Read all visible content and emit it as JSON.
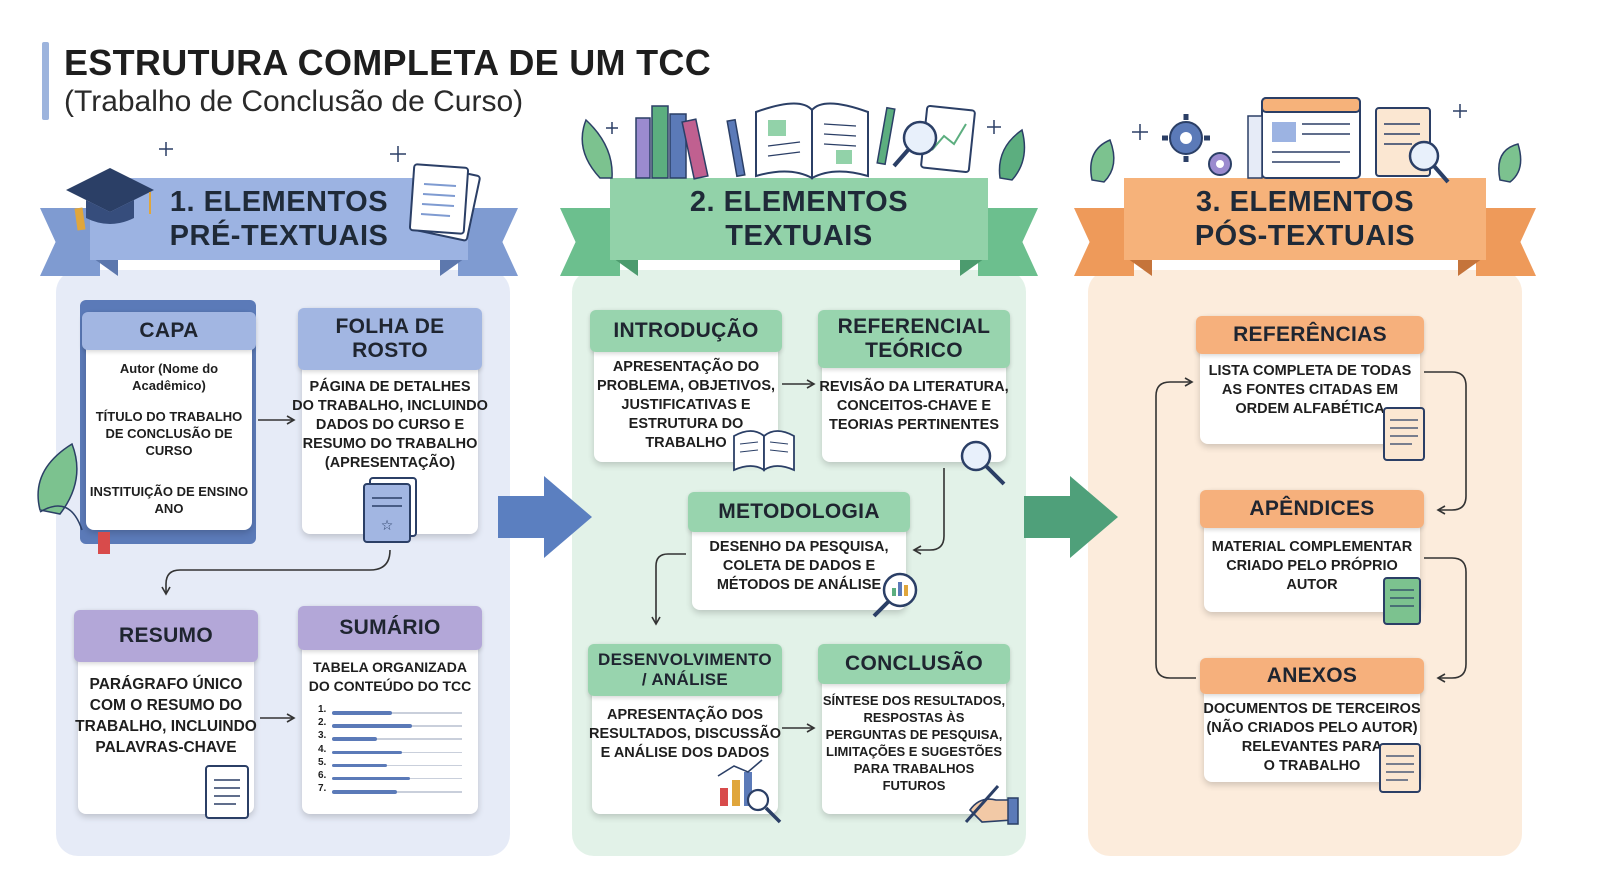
{
  "header": {
    "title": "ESTRUTURA COMPLETA DE UM TCC",
    "subtitle": "(Trabalho de Conclusão de Curso)"
  },
  "colors": {
    "pre_panel": "#e6ebf7",
    "textual_panel": "#e2f2e8",
    "post_panel": "#fcecdc",
    "blue_header": "#a2b6e2",
    "purple_header": "#b3a7d8",
    "green_header": "#98d4ae",
    "orange_header": "#f6b07c"
  },
  "sections": {
    "pre": {
      "title_line1": "1. ELEMENTOS",
      "title_line2": "PRÉ-TEXTUAIS",
      "capa": {
        "title": "CAPA",
        "line1": "Autor (Nome do",
        "line2": "Acadêmico)",
        "line3": "TÍTULO DO TRABALHO",
        "line4": "DE CONCLUSÃO DE",
        "line5": "CURSO",
        "line6": "INSTITUIÇÃO DE ENSINO",
        "line7": "ANO"
      },
      "folha": {
        "title_line1": "FOLHA DE",
        "title_line2": "ROSTO",
        "lines": [
          "PÁGINA DE DETALHES",
          "DO TRABALHO, INCLUINDO",
          "DADOS DO CURSO E",
          "RESUMO DO TRABALHO",
          "(APRESENTAÇÃO)"
        ]
      },
      "resumo": {
        "title": "RESUMO",
        "lines": [
          "PARÁGRAFO ÚNICO",
          "COM O RESUMO DO",
          "TRABALHO, INCLUINDO",
          "PALAVRAS-CHAVE"
        ]
      },
      "sumario": {
        "title": "SUMÁRIO",
        "lines": [
          "TABELA ORGANIZADA",
          "DO CONTEÚDO DO TCC"
        ],
        "items": [
          "1.",
          "2.",
          "3.",
          "4.",
          "5.",
          "6.",
          "7."
        ]
      }
    },
    "textual": {
      "title_line1": "2. ELEMENTOS",
      "title_line2": "TEXTUAIS",
      "introducao": {
        "title": "INTRODUÇÃO",
        "lines": [
          "APRESENTAÇÃO DO",
          "PROBLEMA, OBJETIVOS,",
          "JUSTIFICATIVAS E",
          "ESTRUTURA DO",
          "TRABALHO"
        ]
      },
      "referencial": {
        "title_line1": "REFERENCIAL",
        "title_line2": "TEÓRICO",
        "lines": [
          "REVISÃO DA LITERATURA,",
          "CONCEITOS-CHAVE E",
          "TEORIAS PERTINENTES"
        ]
      },
      "metodologia": {
        "title": "METODOLOGIA",
        "lines": [
          "DESENHO DA PESQUISA,",
          "COLETA DE DADOS E",
          "MÉTODOS DE ANÁLISE"
        ]
      },
      "desenvolvimento": {
        "title_line1": "DESENVOLVIMENTO",
        "title_line2": "/ ANÁLISE",
        "lines": [
          "APRESENTAÇÃO DOS",
          "RESULTADOS, DISCUSSÃO",
          "E ANÁLISE DOS DADOS"
        ]
      },
      "conclusao": {
        "title": "CONCLUSÃO",
        "lines": [
          "SÍNTESE DOS RESULTADOS,",
          "RESPOSTAS ÀS",
          "PERGUNTAS DE PESQUISA,",
          "LIMITAÇÕES E SUGESTÕES",
          "PARA TRABALHOS",
          "FUTUROS"
        ]
      }
    },
    "post": {
      "title_line1": "3. ELEMENTOS",
      "title_line2": "PÓS-TEXTUAIS",
      "referencias": {
        "title": "REFERÊNCIAS",
        "lines": [
          "LISTA COMPLETA DE TODAS",
          "AS FONTES CITADAS EM",
          "ORDEM ALFABÉTICA"
        ]
      },
      "apendices": {
        "title": "APÊNDICES",
        "lines": [
          "MATERIAL COMPLEMENTAR",
          "CRIADO PELO PRÓPRIO",
          "AUTOR"
        ]
      },
      "anexos": {
        "title": "ANEXOS",
        "lines": [
          "DOCUMENTOS DE TERCEIROS",
          "(NÃO CRIADOS PELO AUTOR)",
          "RELEVANTES PARA",
          "O TRABALHO"
        ]
      }
    }
  },
  "icons": [
    "graduation-cap-icon",
    "document-stack-icon",
    "books-icon",
    "open-book-icon",
    "magnifier-icon",
    "chart-paper-icon",
    "gear-icon",
    "browser-window-icon",
    "document-icon",
    "leaf-icon",
    "pencil-hand-icon",
    "arrow-right-icon"
  ]
}
